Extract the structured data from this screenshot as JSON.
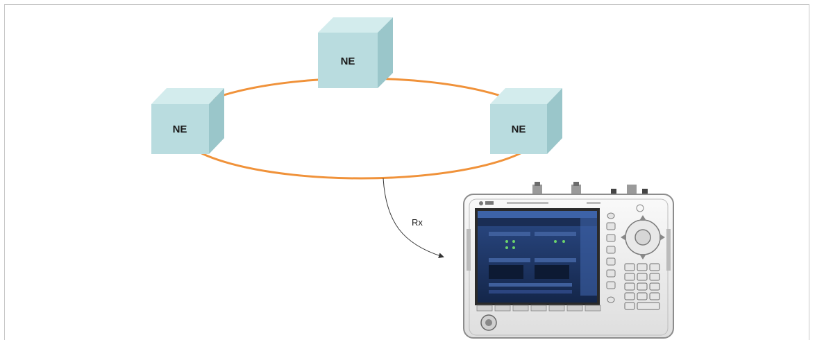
{
  "nodes": [
    {
      "label": "NE"
    },
    {
      "label": "NE"
    },
    {
      "label": "NE"
    }
  ],
  "connection_label": "Rx",
  "colors": {
    "ring": "#f0923a",
    "cube_front": "#b9dcdf",
    "cube_top": "#d3eced",
    "cube_side": "#9ac6ca",
    "device_body": "#f2f2f2",
    "device_screen": "#1c2f56"
  },
  "icons": [
    "network-element-cube-icon",
    "test-instrument-icon"
  ]
}
